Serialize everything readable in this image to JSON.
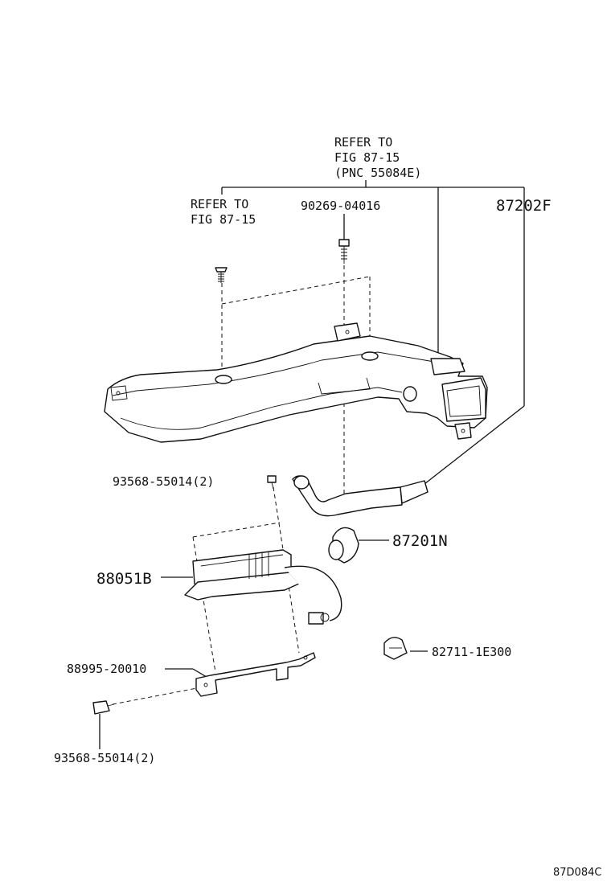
{
  "labels": {
    "refer_top_1": "REFER TO",
    "refer_top_2": "FIG 87-15",
    "refer_top_3": "(PNC 55084E)",
    "refer_left_1": "REFER TO",
    "refer_left_2": "FIG 87-15",
    "part_90269": "90269-04016",
    "part_87202F": "87202F",
    "part_93568_top": "93568-55014(2)",
    "part_87201N": "87201N",
    "part_88051B": "88051B",
    "part_82711": "82711-1E300",
    "part_88995": "88995-20010",
    "part_93568_bottom": "93568-55014(2)",
    "figure_code": "87D084C"
  }
}
